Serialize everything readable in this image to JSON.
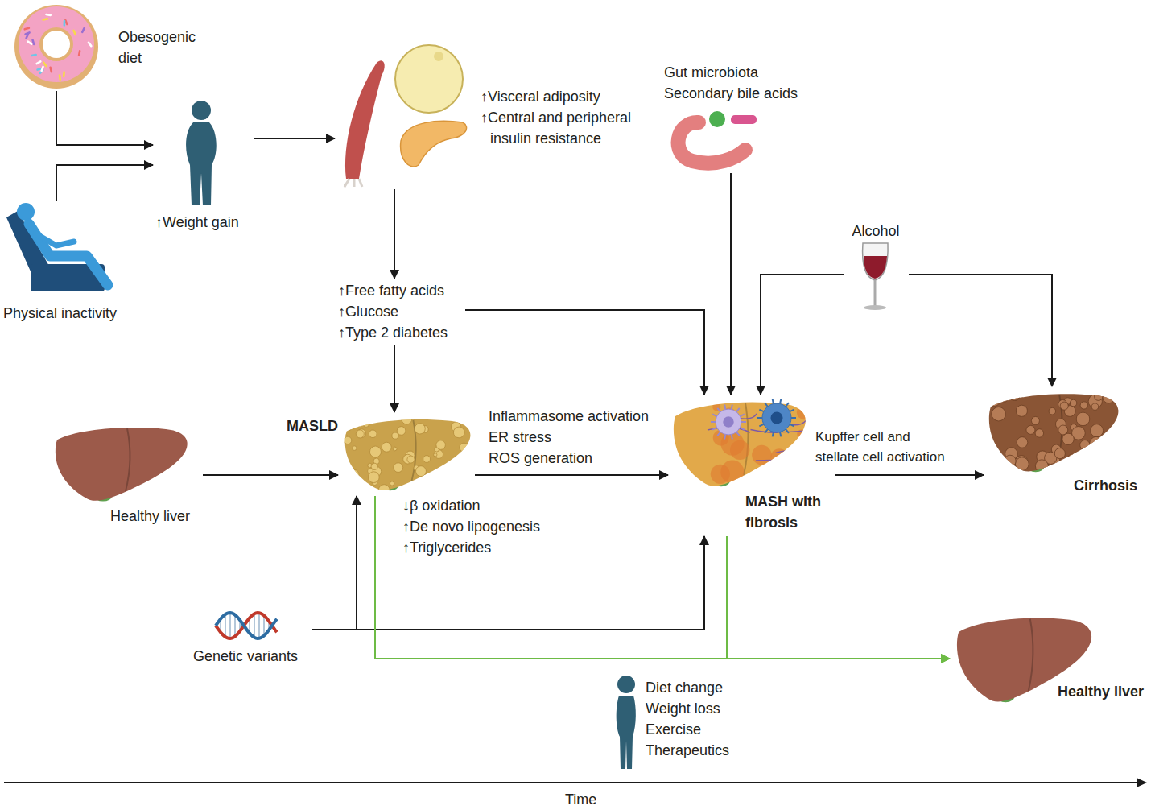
{
  "diagram": {
    "nodes": [
      {
        "text": [
          "Obesogenic diet"
        ]
      },
      {
        "text": [
          "Physical inactivity"
        ]
      },
      {
        "text": [
          "↑Weight gain"
        ]
      },
      {
        "text": [
          "↑Visceral adiposity",
          "↑Central and peripheral insulin resistance"
        ]
      },
      {
        "text": [
          "Gut microbiota",
          "Secondary bile acids"
        ]
      },
      {
        "text": [
          "Alcohol"
        ]
      },
      {
        "text": [
          "↑Free fatty acids",
          "↑Glucose",
          "↑Type 2 diabetes"
        ]
      },
      {
        "text": [
          "Healthy liver"
        ]
      },
      {
        "text": [
          "MASLD"
        ]
      },
      {
        "text": [
          "MASH with fibrosis"
        ]
      },
      {
        "text": [
          "Cirrhosis"
        ]
      },
      {
        "text": [
          "Genetic variants"
        ]
      },
      {
        "text": [
          "Healthy liver"
        ]
      }
    ],
    "edges": [
      {
        "from": 0,
        "to": 2,
        "arrow": "to"
      },
      {
        "from": 1,
        "to": 2,
        "arrow": "to"
      },
      {
        "from": 2,
        "to": 3,
        "arrow": "to"
      },
      {
        "from": 3,
        "to": 6,
        "arrow": "to"
      },
      {
        "from": 6,
        "to": 8,
        "arrow": "to"
      },
      {
        "from": 6,
        "to": 9,
        "arrow": "to"
      },
      {
        "from": 4,
        "to": 9,
        "arrow": "to"
      },
      {
        "from": 5,
        "to": 9,
        "arrow": "to"
      },
      {
        "from": 5,
        "to": 10,
        "arrow": "to"
      },
      {
        "from": 7,
        "to": 8,
        "arrow": "to"
      },
      {
        "from": 8,
        "to": 9,
        "arrow": "to"
      },
      {
        "from": 9,
        "to": 10,
        "label": "Kupffer cell and stellate cell activation",
        "arrow": "to"
      },
      {
        "from": 11,
        "to": 8,
        "arrow": "to"
      },
      {
        "from": 11,
        "to": 9,
        "arrow": "to"
      },
      {
        "from": 8,
        "to": 12,
        "arrow": "to"
      },
      {
        "from": 9,
        "to": 12,
        "arrow": "to"
      }
    ],
    "labels": [
      "↓β oxidation",
      "↑De novo lipogenesis",
      "↑Triglycerides",
      "Inflammasome activation",
      "ER stress",
      "ROS generation",
      "Diet change",
      "Weight loss",
      "Exercise",
      "Therapeutics",
      "Time"
    ]
  }
}
